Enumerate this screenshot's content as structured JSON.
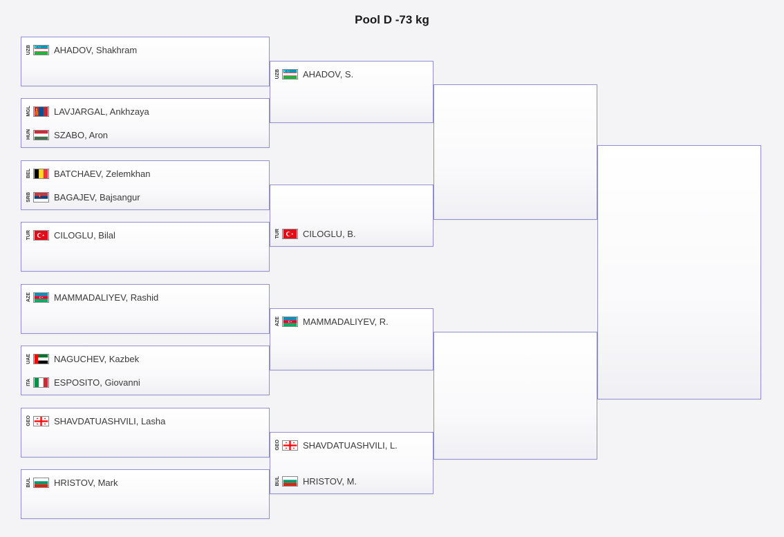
{
  "title": "Pool D -73 kg",
  "colors": {
    "page_bg": "#f4f4f6",
    "box_border": "#8f8fd2",
    "box_bg_top": "#ffffff",
    "box_bg_bottom": "#f0f0f4",
    "title_text": "#1a1a1a",
    "name_text": "#3a3a3a"
  },
  "bracket": {
    "round1": [
      {
        "top": {
          "country": "UZB",
          "name": "AHADOV, Shakhram"
        }
      },
      {
        "top": {
          "country": "MGL",
          "name": "LAVJARGAL, Ankhzaya"
        },
        "bottom": {
          "country": "HUN",
          "name": "SZABO, Aron"
        }
      },
      {
        "top": {
          "country": "BEL",
          "name": "BATCHAEV, Zelemkhan"
        },
        "bottom": {
          "country": "SRB",
          "name": "BAGAJEV, Bajsangur"
        }
      },
      {
        "top": {
          "country": "TUR",
          "name": "CILOGLU, Bilal"
        }
      },
      {
        "top": {
          "country": "AZE",
          "name": "MAMMADALIYEV, Rashid"
        }
      },
      {
        "top": {
          "country": "UAE",
          "name": "NAGUCHEV, Kazbek"
        },
        "bottom": {
          "country": "ITA",
          "name": "ESPOSITO, Giovanni"
        }
      },
      {
        "top": {
          "country": "GEO",
          "name": "SHAVDATUASHVILI, Lasha"
        }
      },
      {
        "top": {
          "country": "BUL",
          "name": "HRISTOV, Mark"
        }
      }
    ],
    "round2": [
      {
        "top": {
          "country": "UZB",
          "name": "AHADOV, S."
        }
      },
      {
        "bottom": {
          "country": "TUR",
          "name": "CILOGLU, B."
        }
      },
      {
        "top": {
          "country": "AZE",
          "name": "MAMMADALIYEV, R."
        }
      },
      {
        "top": {
          "country": "GEO",
          "name": "SHAVDATUASHVILI, L."
        },
        "bottom": {
          "country": "BUL",
          "name": "HRISTOV, M."
        }
      }
    ]
  }
}
